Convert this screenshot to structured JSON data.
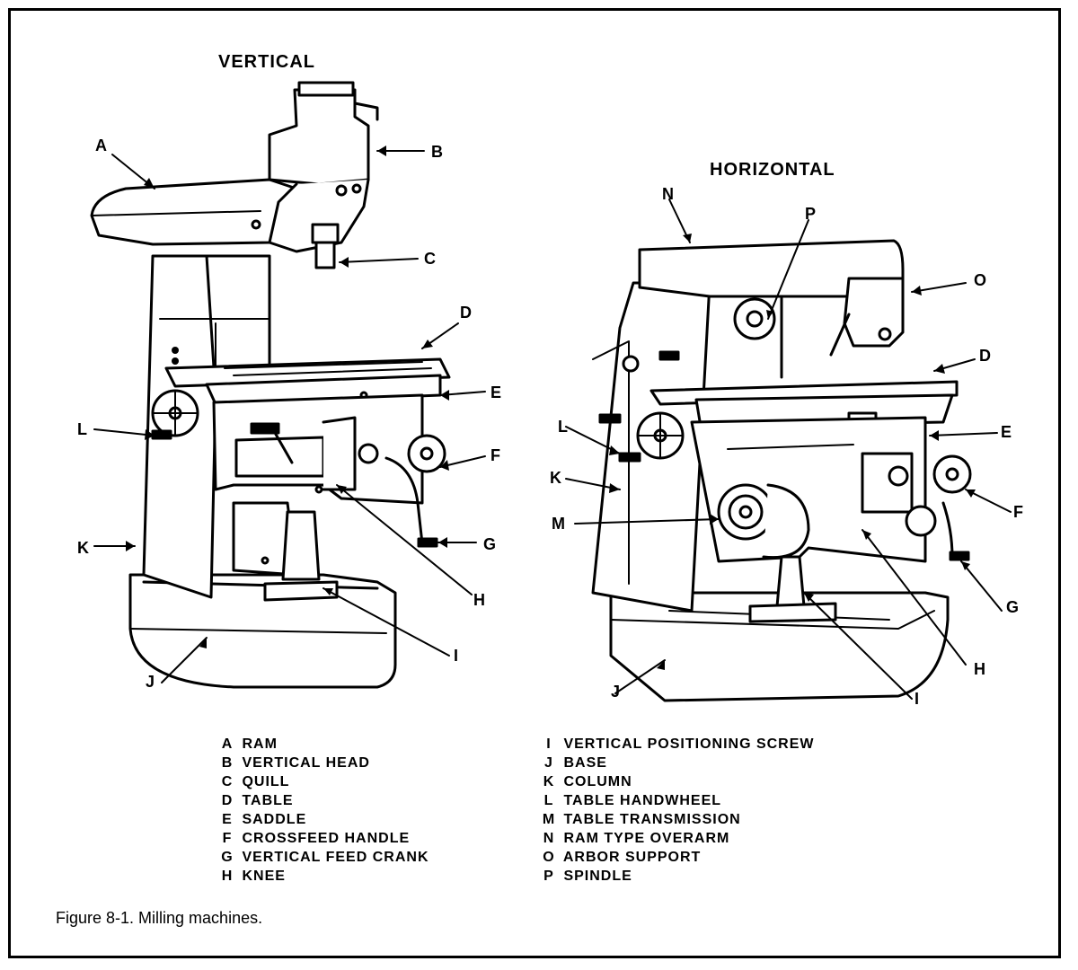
{
  "figure": {
    "caption": "Figure 8-1. Milling machines.",
    "left_title": "VERTICAL",
    "right_title": "HORIZONTAL"
  },
  "vertical_callouts": [
    "A",
    "B",
    "C",
    "D",
    "E",
    "F",
    "G",
    "H",
    "I",
    "J",
    "K",
    "L"
  ],
  "horizontal_callouts": [
    "N",
    "P",
    "O",
    "D",
    "E",
    "L",
    "K",
    "M",
    "F",
    "G",
    "H",
    "I",
    "J"
  ],
  "legend": {
    "left": [
      {
        "key": "A",
        "text": "RAM"
      },
      {
        "key": "B",
        "text": "VERTICAL HEAD"
      },
      {
        "key": "C",
        "text": "QUILL"
      },
      {
        "key": "D",
        "text": "TABLE"
      },
      {
        "key": "E",
        "text": "SADDLE"
      },
      {
        "key": "F",
        "text": "CROSSFEED HANDLE"
      },
      {
        "key": "G",
        "text": "VERTICAL FEED CRANK"
      },
      {
        "key": "H",
        "text": "KNEE"
      }
    ],
    "right": [
      {
        "key": "I",
        "text": "VERTICAL POSITIONING SCREW"
      },
      {
        "key": "J",
        "text": "BASE"
      },
      {
        "key": "K",
        "text": "COLUMN"
      },
      {
        "key": "L",
        "text": "TABLE HANDWHEEL"
      },
      {
        "key": "M",
        "text": "TABLE TRANSMISSION"
      },
      {
        "key": "N",
        "text": "RAM TYPE OVERARM"
      },
      {
        "key": "O",
        "text": "ARBOR SUPPORT"
      },
      {
        "key": "P",
        "text": "SPINDLE"
      }
    ]
  }
}
